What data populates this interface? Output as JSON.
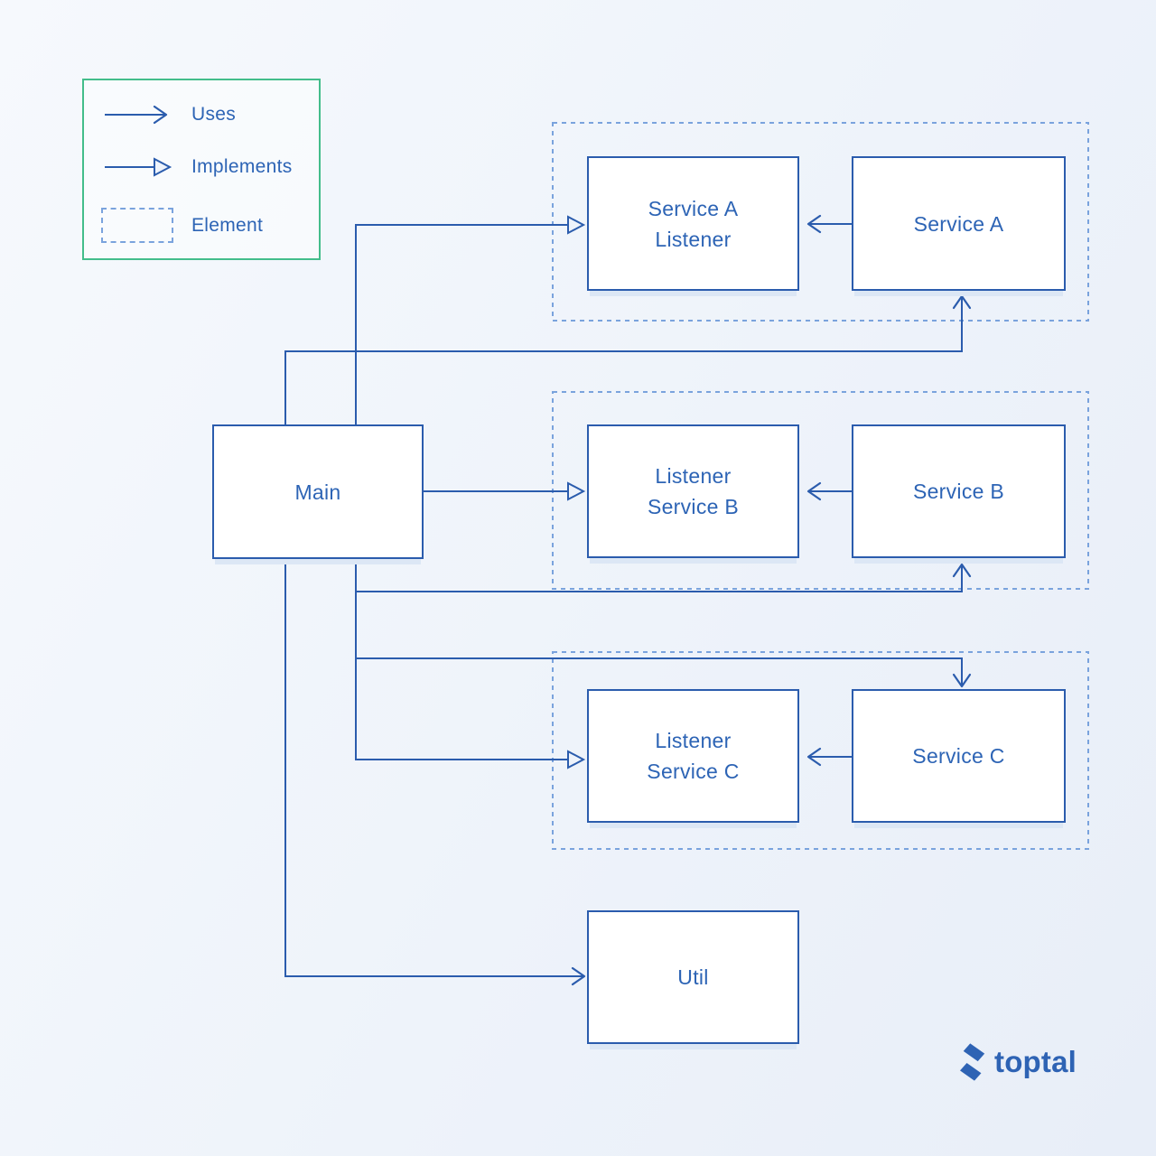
{
  "colors": {
    "bg_from": "#f6f9fd",
    "bg_to": "#e8eef8",
    "line": "#2b5cad",
    "text": "#2d64b5",
    "box_border": "#2b5cad",
    "box_bg": "#ffffff",
    "dashed": "#7aa3dd",
    "green": "#43bd8b",
    "shadow": "#dce7f5",
    "tri_fill": "#eef3fb",
    "logo": "#2e63b4"
  },
  "legend": {
    "items": [
      {
        "symbol": "uses-arrow",
        "label": "Uses"
      },
      {
        "symbol": "implements-arrow",
        "label": "Implements"
      },
      {
        "symbol": "element-box",
        "label": "Element"
      }
    ]
  },
  "nodes": {
    "main": {
      "label": "Main"
    },
    "service_a_listener": {
      "label": "Service A\nListener"
    },
    "service_a": {
      "label": "Service A"
    },
    "listener_service_b": {
      "label": "Listener\nService B"
    },
    "service_b": {
      "label": "Service B"
    },
    "listener_service_c": {
      "label": "Listener\nService C"
    },
    "service_c": {
      "label": "Service C"
    },
    "util": {
      "label": "Util"
    }
  },
  "groups": [
    {
      "contains": [
        "Service A Listener",
        "Service A"
      ],
      "type": "element"
    },
    {
      "contains": [
        "Listener Service B",
        "Service B"
      ],
      "type": "element"
    },
    {
      "contains": [
        "Listener Service C",
        "Service C"
      ],
      "type": "element"
    }
  ],
  "edges": [
    {
      "from": "Service A",
      "to": "Service A Listener",
      "type": "uses"
    },
    {
      "from": "Service B",
      "to": "Listener Service B",
      "type": "uses"
    },
    {
      "from": "Service C",
      "to": "Listener Service C",
      "type": "uses"
    },
    {
      "from": "Main",
      "to": "Service A Listener",
      "type": "implements"
    },
    {
      "from": "Main",
      "to": "Service A",
      "type": "uses"
    },
    {
      "from": "Main",
      "to": "Listener Service B",
      "type": "implements"
    },
    {
      "from": "Main",
      "to": "Service B",
      "type": "uses"
    },
    {
      "from": "Main",
      "to": "Service C",
      "type": "uses"
    },
    {
      "from": "Main",
      "to": "Listener Service C",
      "type": "implements"
    },
    {
      "from": "Main",
      "to": "Util",
      "type": "uses"
    }
  ],
  "branding": {
    "logo_text": "toptal"
  }
}
